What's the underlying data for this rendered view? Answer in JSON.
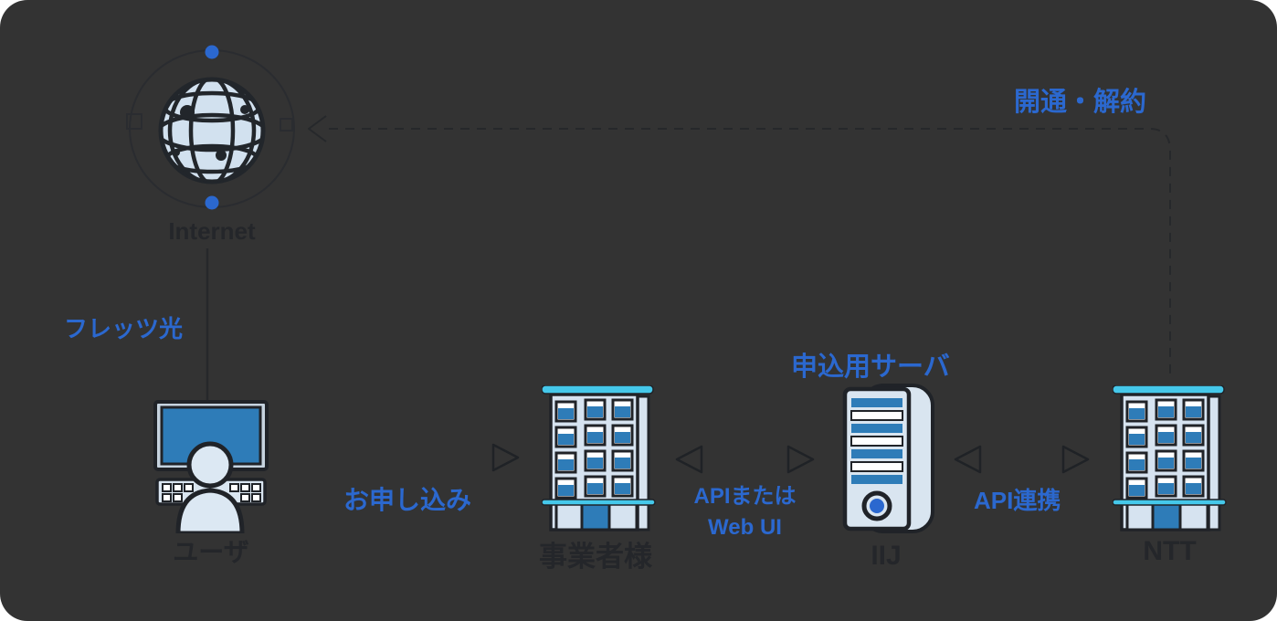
{
  "diagram": {
    "title_implicit": "FLET'S application flow diagram",
    "colors": {
      "background": "#333333",
      "accent_blue_text": "#2b68cf",
      "icon_light_blue": "#d6e3f0",
      "icon_mid_blue": "#2e7cb8",
      "icon_cyan": "#45c8ea",
      "outline_dark": "#202328",
      "muted_label": "#24262a",
      "faint_line": "#27292c"
    },
    "nodes": {
      "internet": {
        "label": "Internet",
        "icon": "globe-icon"
      },
      "user": {
        "label": "ユーザ",
        "icon": "user-at-computer-icon"
      },
      "operator": {
        "label": "事業者様",
        "icon": "office-building-icon"
      },
      "server": {
        "title": "申込用サーバ",
        "label": "IIJ",
        "icon": "server-tower-icon"
      },
      "ntt": {
        "label": "NTT",
        "icon": "office-building-icon"
      }
    },
    "edges": {
      "fletts": {
        "label": "フレッツ光",
        "from": "internet",
        "to": "user",
        "style": "solid-vertical"
      },
      "kaitsu": {
        "label": "開通・解約",
        "from": "ntt",
        "to": "internet",
        "style": "dashed-with-arrow"
      },
      "moushikomi": {
        "label": "お申し込み",
        "from": "user",
        "to": "operator",
        "arrow": "right"
      },
      "api_webui": {
        "label_line1": "APIまたは",
        "label_line2": "Web UI",
        "from": "operator",
        "to": "server",
        "arrow": "both"
      },
      "api_renkei": {
        "label": "API連携",
        "from": "server",
        "to": "ntt",
        "arrow": "both"
      }
    }
  }
}
